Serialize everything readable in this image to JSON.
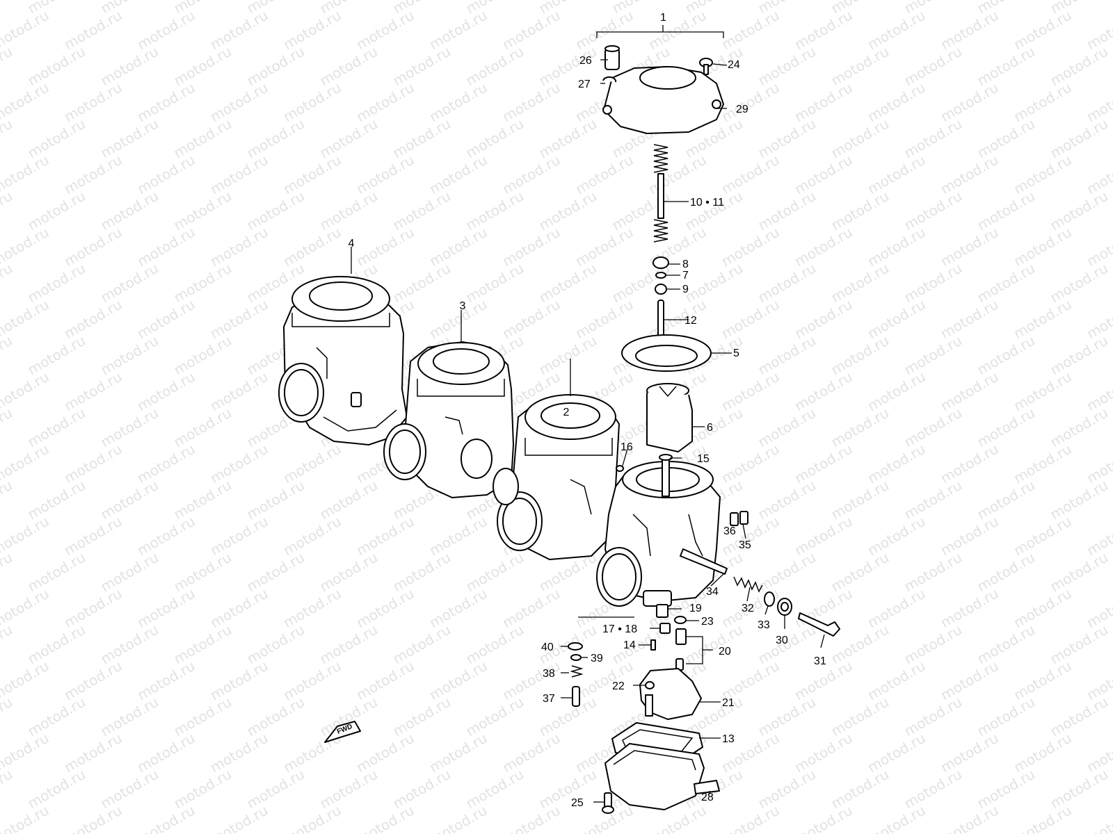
{
  "watermark": "motod.ru",
  "fwd_badge": "FWD",
  "callouts": [
    {
      "id": "c1",
      "text": "1"
    },
    {
      "id": "c2",
      "text": "2"
    },
    {
      "id": "c3",
      "text": "3"
    },
    {
      "id": "c4",
      "text": "4"
    },
    {
      "id": "c5",
      "text": "5"
    },
    {
      "id": "c6",
      "text": "6"
    },
    {
      "id": "c7",
      "text": "7"
    },
    {
      "id": "c8",
      "text": "8"
    },
    {
      "id": "c9",
      "text": "9"
    },
    {
      "id": "c10_11",
      "text": "10 • 11"
    },
    {
      "id": "c12",
      "text": "12"
    },
    {
      "id": "c13",
      "text": "13"
    },
    {
      "id": "c14",
      "text": "14"
    },
    {
      "id": "c15",
      "text": "15"
    },
    {
      "id": "c16",
      "text": "16"
    },
    {
      "id": "c17_18",
      "text": "17 • 18"
    },
    {
      "id": "c19",
      "text": "19"
    },
    {
      "id": "c20",
      "text": "20"
    },
    {
      "id": "c21",
      "text": "21"
    },
    {
      "id": "c22",
      "text": "22"
    },
    {
      "id": "c23",
      "text": "23"
    },
    {
      "id": "c24",
      "text": "24"
    },
    {
      "id": "c25",
      "text": "25"
    },
    {
      "id": "c26",
      "text": "26"
    },
    {
      "id": "c27",
      "text": "27"
    },
    {
      "id": "c28",
      "text": "28"
    },
    {
      "id": "c29",
      "text": "29"
    },
    {
      "id": "c30",
      "text": "30"
    },
    {
      "id": "c31",
      "text": "31"
    },
    {
      "id": "c32",
      "text": "32"
    },
    {
      "id": "c33",
      "text": "33"
    },
    {
      "id": "c34",
      "text": "34"
    },
    {
      "id": "c35",
      "text": "35"
    },
    {
      "id": "c36",
      "text": "36"
    },
    {
      "id": "c37",
      "text": "37"
    },
    {
      "id": "c38",
      "text": "38"
    },
    {
      "id": "c39",
      "text": "39"
    },
    {
      "id": "c40",
      "text": "40"
    }
  ]
}
